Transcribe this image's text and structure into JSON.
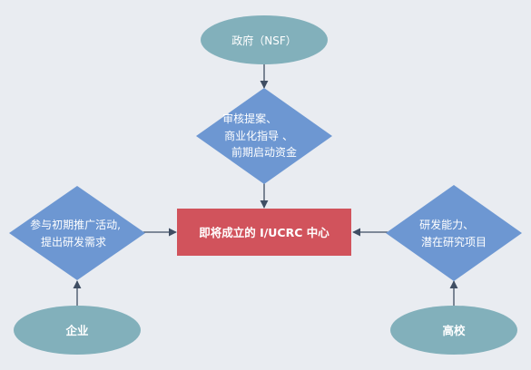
{
  "diagram": {
    "nodes": {
      "government": {
        "lines": [
          "政府（NSF）"
        ],
        "color": "#82b0bb"
      },
      "review": {
        "lines": [
          "审核提案、",
          "商业化指导 、",
          "前期启动资金"
        ],
        "color": "#6d97d2"
      },
      "center": {
        "lines": [
          "即将成立的 I/UCRC 中心"
        ],
        "color": "#d1535c"
      },
      "enterprise_role": {
        "lines": [
          "参与初期推广活动,",
          "提出研发需求"
        ],
        "color": "#6d97d2"
      },
      "university_role": {
        "lines": [
          "研发能力、",
          "潜在研究项目"
        ],
        "color": "#6d97d2"
      },
      "enterprise": {
        "lines": [
          "企业"
        ],
        "color": "#82b0bb"
      },
      "university": {
        "lines": [
          "高校"
        ],
        "color": "#82b0bb"
      }
    },
    "edge_color": "#3f4e63",
    "background": "#e9ecf1"
  }
}
